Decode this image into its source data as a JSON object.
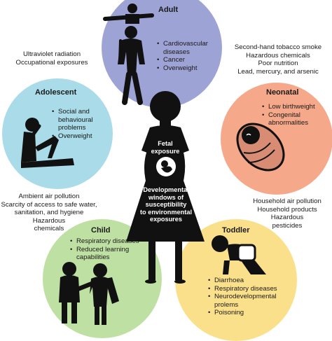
{
  "colors": {
    "adult": "#9ea3d6",
    "neonatal": "#f6a98a",
    "toddler": "#fbe08c",
    "child": "#bfe0a3",
    "adolescent": "#a9dbe8",
    "silhouette": "#111111"
  },
  "center": {
    "fetal_line1": "Fetal",
    "fetal_line2": "exposure",
    "windows_lines": [
      "Developmental",
      "windows of",
      "susceptibility",
      "to environmental",
      "exposures"
    ]
  },
  "stages": {
    "adult": {
      "title": "Adult",
      "items": [
        "Cardiovascular diseases",
        "Cancer",
        "Overweight"
      ]
    },
    "neonatal": {
      "title": "Neonatal",
      "items": [
        "Low birthweight",
        "Congenital abnormalities"
      ]
    },
    "toddler": {
      "title": "Toddler",
      "items": [
        "Diarrhoea",
        "Respiratory diseases",
        "Neurodevelopmental prolems",
        "Poisoning"
      ]
    },
    "child": {
      "title": "Child",
      "items": [
        "Respiratory diseases",
        "Reduced learning capabilities"
      ]
    },
    "adolescent": {
      "title": "Adolescent",
      "items": [
        "Social and behavioural problems",
        "Overweight"
      ]
    }
  },
  "exposures": {
    "adult_left": [
      "Ultraviolet radiation",
      "Occupational exposures"
    ],
    "neonatal_right": [
      "Second-hand tobacco smoke",
      "Hazardous chemicals",
      "Poor nutrition",
      "Lead, mercury, and arsenic"
    ],
    "child_left": [
      "Ambient air pollution",
      "Scarcity of access to safe water,",
      "sanitation, and hygiene",
      "Hazardous",
      "chemicals"
    ],
    "toddler_right": [
      "Household air pollution",
      "Household products",
      "Hazardous",
      "pesticides"
    ]
  }
}
